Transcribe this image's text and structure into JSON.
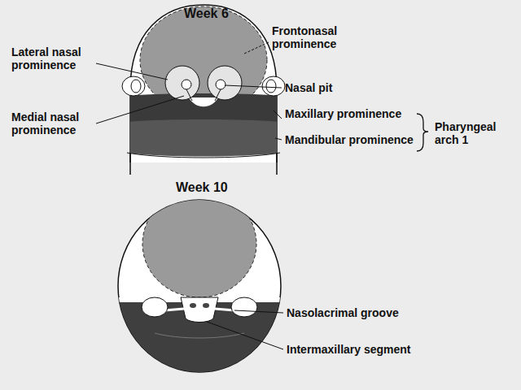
{
  "diagram": {
    "labels": [
      "Week 6",
      "Lateral nasal prominence",
      "Frontonasal prominence",
      "Nasal pit",
      "Medial nasal prominence",
      "Maxillary prominence",
      "Mandibular prominence",
      "Pharyngeal arch 1",
      "Week 10",
      "Nasolacrimal groove",
      "Intermaxillary segment"
    ]
  }
}
